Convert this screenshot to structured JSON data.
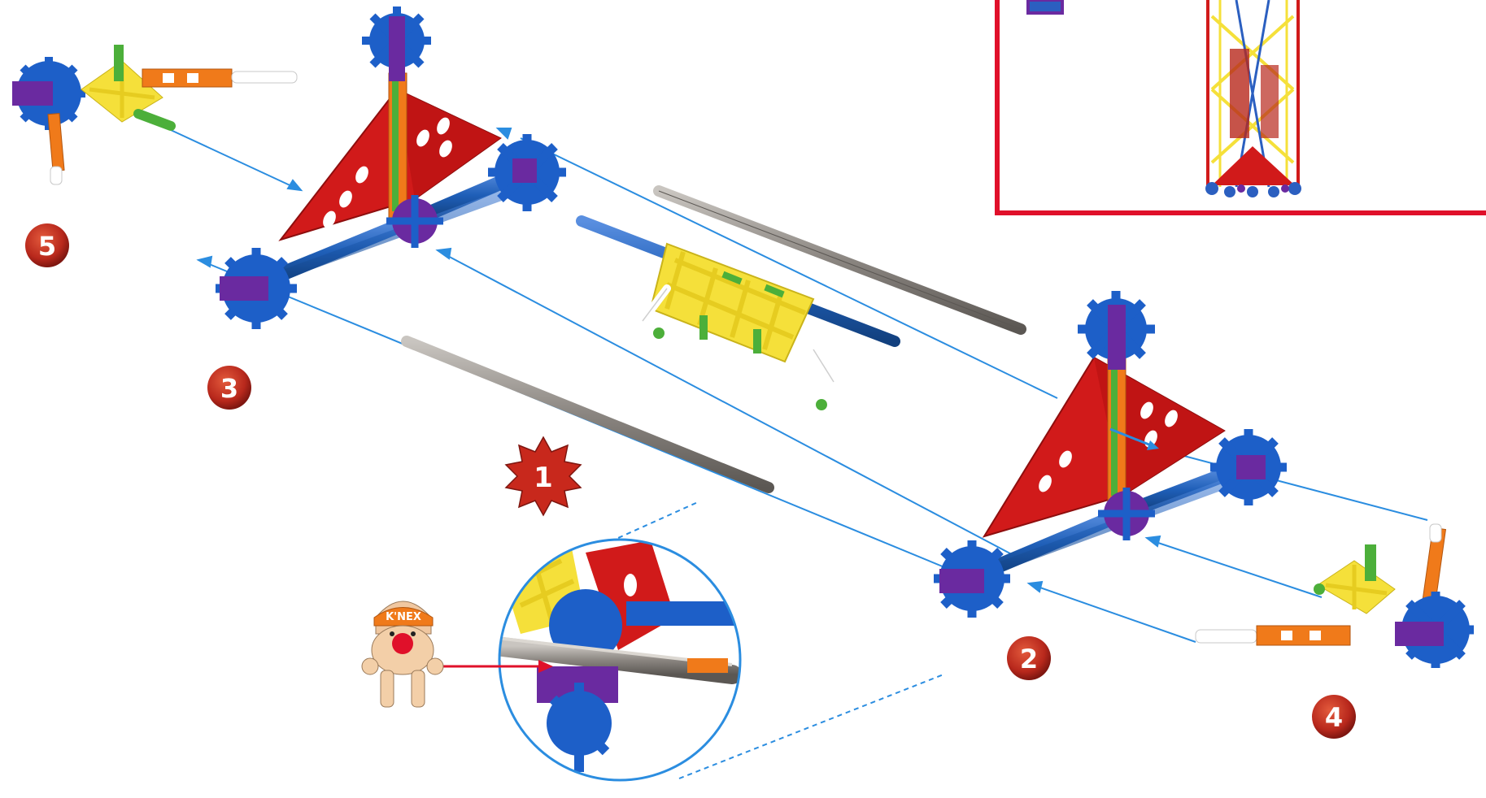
{
  "steps": {
    "main": "1",
    "s2": "2",
    "s3": "3",
    "s4": "4",
    "s5": "5"
  },
  "mascot": {
    "brand": "K'NEX"
  },
  "colors": {
    "red_panel": "#d11a1a",
    "blue_rod": "#1f5fb8",
    "blue_connector": "#1d5fc8",
    "purple_connector": "#6a2aa0",
    "yellow_connector": "#f5e03a",
    "orange_rod": "#f07a1a",
    "green_rod": "#4caf3a",
    "grey_rod": "#8a8580",
    "guide_line": "#2b8de0",
    "badge_red": "#b8281c",
    "inset_frame": "#e0102a"
  }
}
